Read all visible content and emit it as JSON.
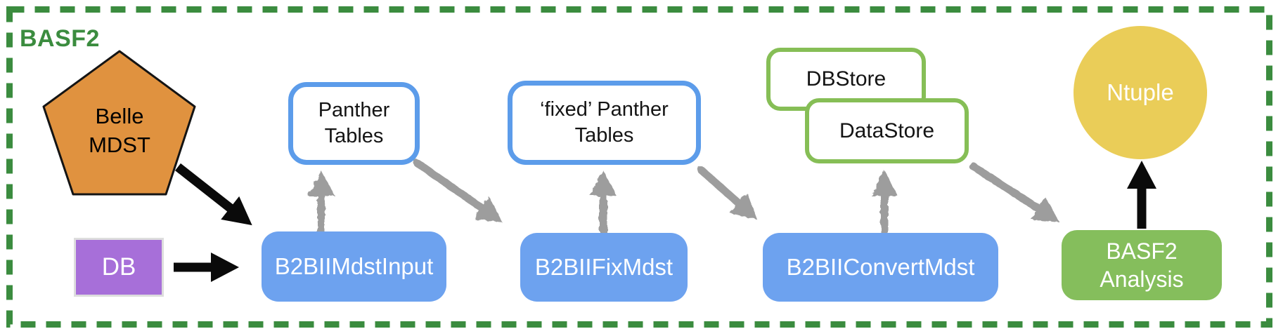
{
  "frame": {
    "label": "BASF2"
  },
  "colors": {
    "frame_green": "#3B8C3F",
    "orange": "#E0923F",
    "purple": "#A76FD9",
    "purple_border": "#DDDDDD",
    "blue_fill": "#6DA2EF",
    "blue_border": "#5C9CEA",
    "green_border": "#86BE56",
    "green_fill": "#85BE5C",
    "yellow": "#EACD58",
    "gray_arrow": "#9D9D9D",
    "arrow_black": "#0A0A0A"
  },
  "nodes": {
    "belle_mdst": {
      "line1": "Belle",
      "line2": "MDST"
    },
    "db": {
      "label": "DB"
    },
    "b2bii_mdst_input": {
      "label": "B2BIIMdstInput"
    },
    "panther_tables": {
      "line1": "Panther",
      "line2": "Tables"
    },
    "fixed_panther_tables": {
      "line1": "‘fixed’ Panther",
      "line2": "Tables"
    },
    "b2bii_fix_mdst": {
      "label": "B2BIIFixMdst"
    },
    "dbstore": {
      "label": "DBStore"
    },
    "datastore": {
      "label": "DataStore"
    },
    "b2bii_convert_mdst": {
      "label": "B2BIIConvertMdst"
    },
    "ntuple": {
      "label": "Ntuple"
    },
    "basf2_analysis": {
      "line1": "BASF2",
      "line2": "Analysis"
    }
  }
}
